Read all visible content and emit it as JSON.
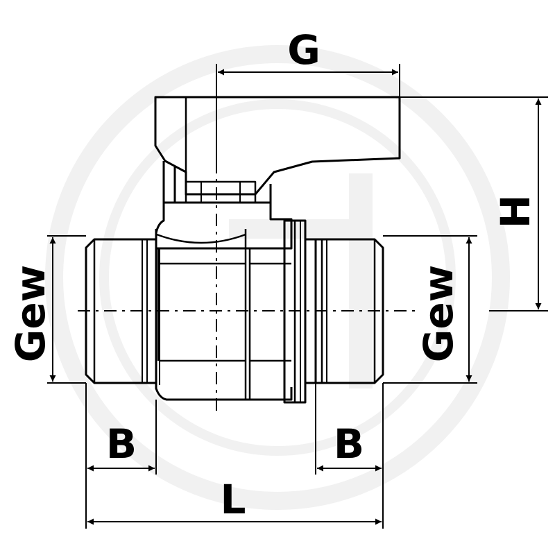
{
  "labels": {
    "g": "G",
    "h": "H",
    "gew_left": "Gew",
    "gew_right": "Gew",
    "b_left": "B",
    "b_right": "B",
    "l": "L"
  },
  "colors": {
    "line": "#000000",
    "watermark": "#f1f1f1",
    "background": "#ffffff"
  }
}
